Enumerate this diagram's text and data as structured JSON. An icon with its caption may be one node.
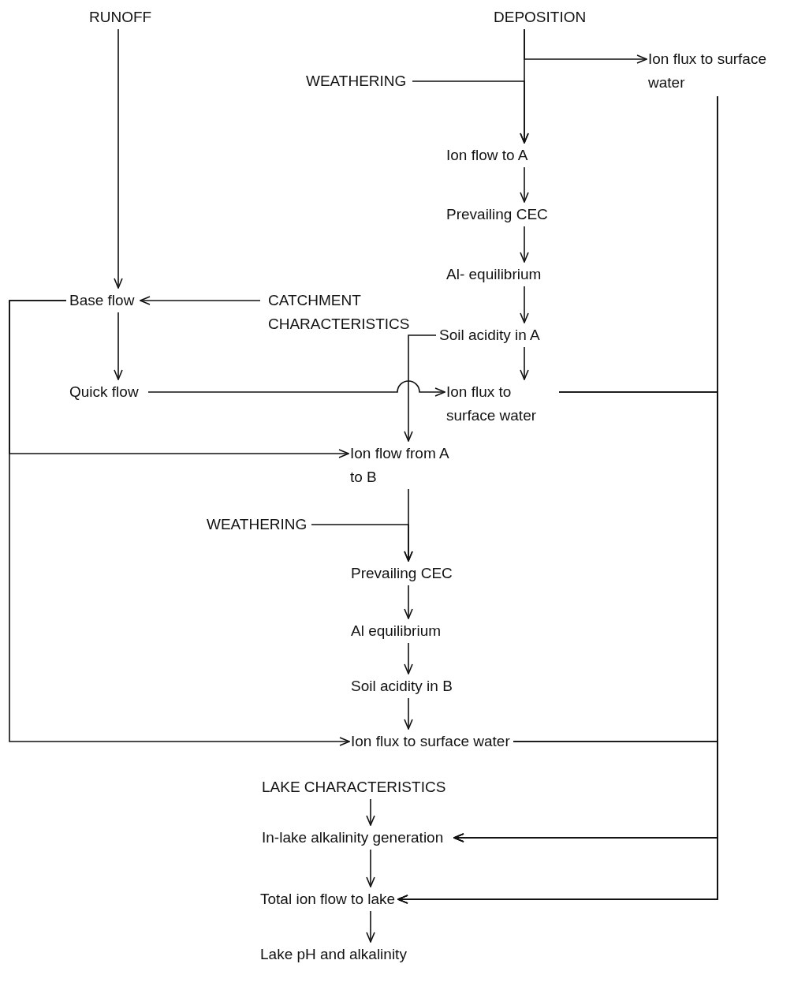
{
  "diagram": {
    "nodes": [
      {
        "text": [
          "RUNOFF"
        ]
      },
      {
        "text": [
          "DEPOSITION"
        ]
      },
      {
        "text": [
          "Ion flux to surface water"
        ]
      },
      {
        "text": [
          "WEATHERING"
        ]
      },
      {
        "text": [
          "Ion flow to A"
        ]
      },
      {
        "text": [
          "Prevailing CEC"
        ]
      },
      {
        "text": [
          "Al- equilibrium"
        ]
      },
      {
        "text": [
          "Base flow"
        ]
      },
      {
        "text": [
          "CATCHMENT CHARACTERISTICS"
        ]
      },
      {
        "text": [
          "Soil acidity in A"
        ]
      },
      {
        "text": [
          "Quick flow"
        ]
      },
      {
        "text": [
          "Ion flux to surface water"
        ]
      },
      {
        "text": [
          "Ion flow from A to B"
        ]
      },
      {
        "text": [
          "WEATHERING"
        ]
      },
      {
        "text": [
          "Prevailing CEC"
        ]
      },
      {
        "text": [
          "Al equilibrium"
        ]
      },
      {
        "text": [
          "Soil acidity in B"
        ]
      },
      {
        "text": [
          "Ion flux to surface water"
        ]
      },
      {
        "text": [
          "LAKE CHARACTERISTICS"
        ]
      },
      {
        "text": [
          "In-lake alkalinity generation"
        ]
      },
      {
        "text": [
          "Total ion flow to lake"
        ]
      },
      {
        "text": [
          "Lake pH and alkalinity"
        ]
      }
    ],
    "edges": [
      {
        "from": 0,
        "to": 7,
        "arrow": "to"
      },
      {
        "from": 1,
        "to": 4,
        "arrow": "to"
      },
      {
        "from": 1,
        "to": 2,
        "arrow": "to"
      },
      {
        "from": 3,
        "to": 4,
        "arrow": "to"
      },
      {
        "from": 4,
        "to": 5,
        "arrow": "to"
      },
      {
        "from": 5,
        "to": 6,
        "arrow": "to"
      },
      {
        "from": 6,
        "to": 9,
        "arrow": "to"
      },
      {
        "from": 9,
        "to": 11,
        "arrow": "to"
      },
      {
        "from": 8,
        "to": 7,
        "arrow": "to"
      },
      {
        "from": 7,
        "to": 10,
        "arrow": "to"
      },
      {
        "from": 10,
        "to": 11,
        "arrow": "to"
      },
      {
        "from": 9,
        "to": 12,
        "arrow": "to"
      },
      {
        "from": 7,
        "to": 12,
        "arrow": "to"
      },
      {
        "from": 7,
        "to": 17,
        "arrow": "to"
      },
      {
        "from": 12,
        "to": 14,
        "arrow": "to"
      },
      {
        "from": 13,
        "to": 14,
        "arrow": "to"
      },
      {
        "from": 14,
        "to": 15,
        "arrow": "to"
      },
      {
        "from": 15,
        "to": 16,
        "arrow": "to"
      },
      {
        "from": 16,
        "to": 17,
        "arrow": "to"
      },
      {
        "from": 18,
        "to": 19,
        "arrow": "to"
      },
      {
        "from": 19,
        "to": 20,
        "arrow": "to"
      },
      {
        "from": 20,
        "to": 21,
        "arrow": "to"
      },
      {
        "from": 2,
        "to": 19,
        "arrow": "to"
      },
      {
        "from": 2,
        "to": 20,
        "arrow": "to"
      },
      {
        "from": 11,
        "to": 19,
        "arrow": "to"
      },
      {
        "from": 11,
        "to": 20,
        "arrow": "to"
      },
      {
        "from": 17,
        "to": 19,
        "arrow": "to"
      },
      {
        "from": 17,
        "to": 20,
        "arrow": "to"
      }
    ]
  }
}
